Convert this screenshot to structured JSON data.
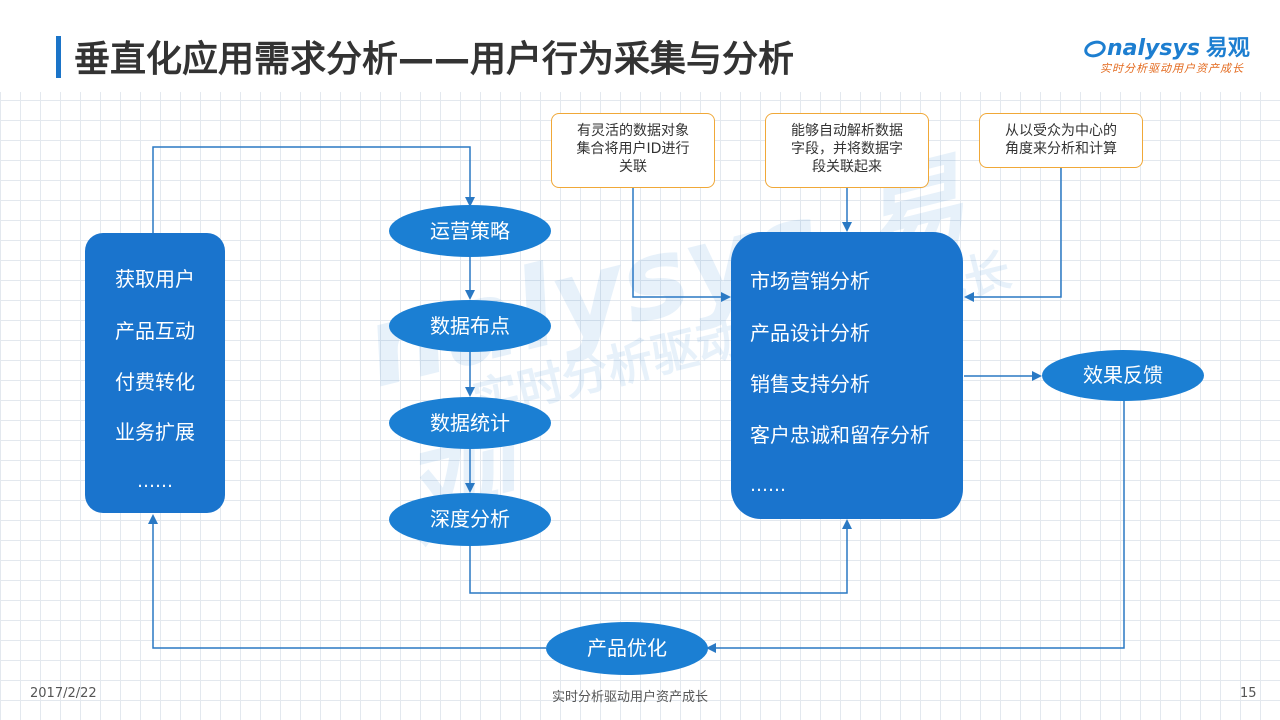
{
  "header": {
    "title": "垂直化应用需求分析——用户行为采集与分析",
    "logo_brand": "nalysys",
    "logo_cn": "易观",
    "logo_slogan": "实时分析驱动用户资产成长"
  },
  "watermark": {
    "brand": "nalysys 易观",
    "slogan": "实时分析驱动用户资产成长"
  },
  "left_box": {
    "items": [
      "获取用户",
      "产品互动",
      "付费转化",
      "业务扩展",
      "……"
    ]
  },
  "flow": {
    "step1": "运营策略",
    "step2": "数据布点",
    "step3": "数据统计",
    "step4": "深度分析",
    "bottom": "产品优化",
    "feedback": "效果反馈"
  },
  "right_box": {
    "items": [
      "市场营销分析",
      "产品设计分析",
      "销售支持分析",
      "客户忠诚和留存分析",
      "……"
    ]
  },
  "notes": {
    "note1": [
      "有灵活的数据对象",
      "集合将用户ID进行",
      "关联"
    ],
    "note2": [
      "能够自动解析数据",
      "字段，并将数据字",
      "段关联起来"
    ],
    "note3": [
      "从以受众为中心的",
      "角度来分析和计算"
    ]
  },
  "footer": {
    "date": "2017/2/22",
    "center": "实时分析驱动用户资产成长",
    "page": "15"
  },
  "colors": {
    "primary_blue": "#1a74cd",
    "oval_blue": "#1b7fd3",
    "note_border": "#f0a838",
    "arrow": "#2a79c4"
  }
}
